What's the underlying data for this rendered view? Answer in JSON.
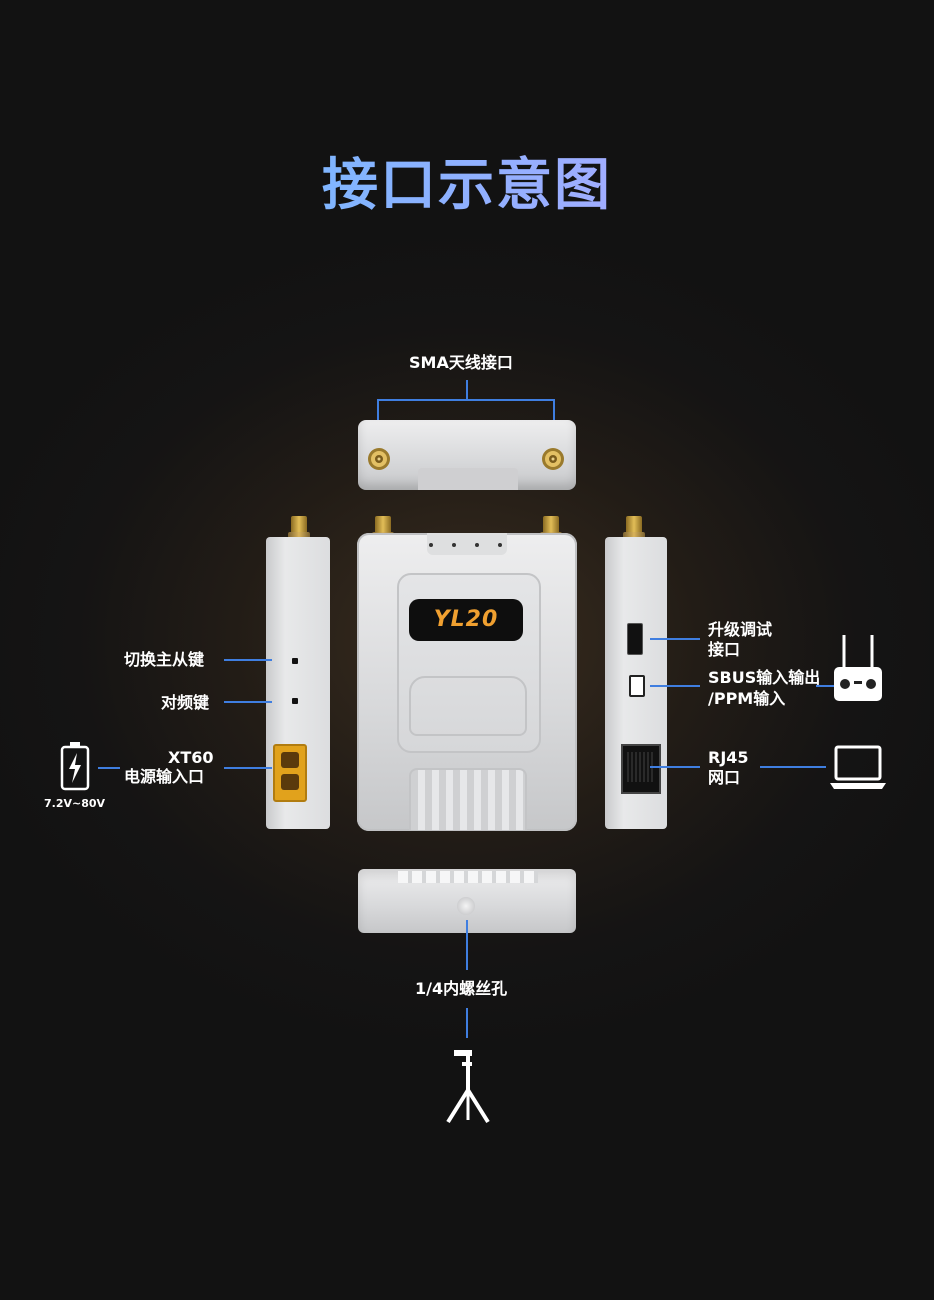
{
  "title": "接口示意图",
  "labels": {
    "sma": "SMA天线接口",
    "switch_master_slave": "切换主从键",
    "pair_key": "对频键",
    "xt60_line1": "XT60",
    "xt60_line2": "电源输入口",
    "voltage": "7.2V~80V",
    "upgrade_line1": "升级调试",
    "upgrade_line2": "接口",
    "sbus_line1": "SBUS输入输出",
    "sbus_line2": "/PPM输入",
    "rj45_line1": "RJ45",
    "rj45_line2": "网口",
    "screw_hole": "1/4内螺丝孔"
  },
  "device": {
    "model": "YL20"
  },
  "icons": [
    "battery-icon",
    "remote-controller-icon",
    "laptop-icon",
    "tripod-icon",
    "sma-connector-icon"
  ],
  "colors": {
    "title_gradient_start": "#5fc2ff",
    "title_gradient_end": "#c8a6ff",
    "callout_line": "#3f7ee0",
    "model_text": "#f0a030"
  }
}
